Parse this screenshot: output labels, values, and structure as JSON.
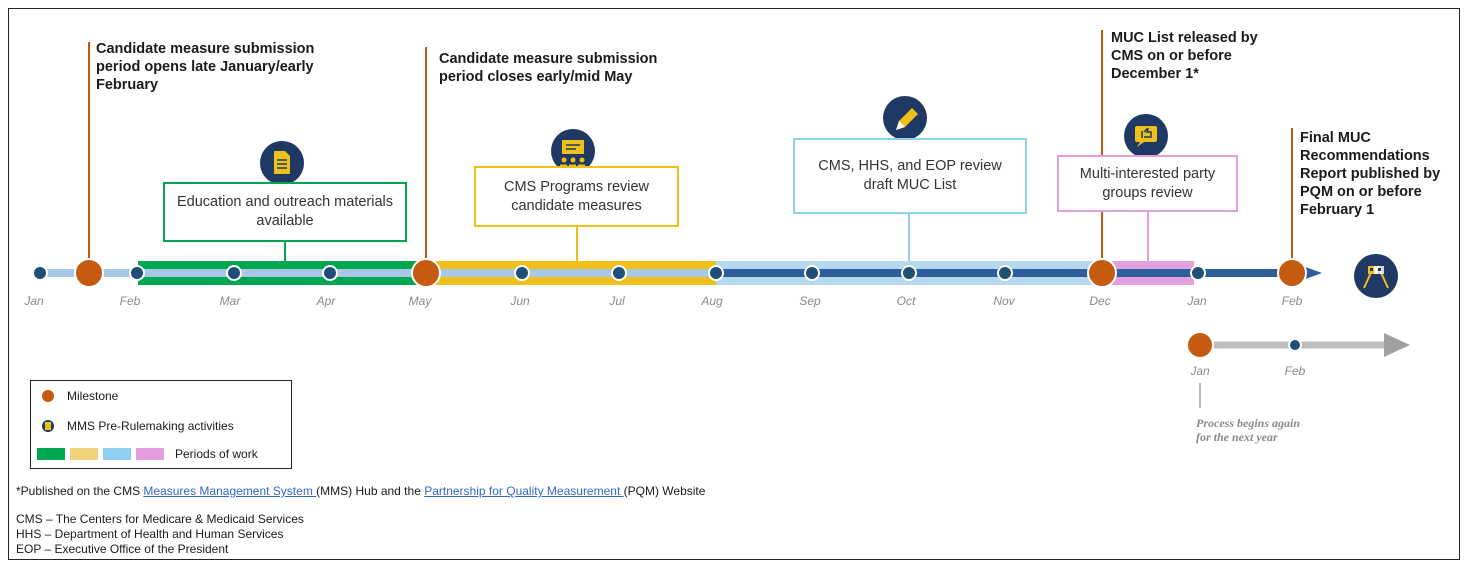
{
  "milestones": {
    "submission_opens": "Candidate measure submission period opens late January/early February",
    "submission_closes": "Candidate measure submission period closes early/mid May",
    "muc_released": "MUC List released by CMS on or before December 1*",
    "final_report": "Final MUC Recommendations Report published by PQM on or before February 1"
  },
  "activities": {
    "education": "Education and outreach materials available",
    "programs_review": "CMS Programs review candidate measures",
    "hhs_review": "CMS, HHS, and EOP review draft MUC List",
    "party_review": "Multi-interested party groups review"
  },
  "months": [
    "Jan",
    "Feb",
    "Mar",
    "Apr",
    "May",
    "Jun",
    "Jul",
    "Aug",
    "Sep",
    "Oct",
    "Nov",
    "Dec",
    "Jan",
    "Feb"
  ],
  "next_year": {
    "months": [
      "Jan",
      "Feb"
    ],
    "note": "Process begins again for the next year"
  },
  "legend": {
    "milestone": "Milestone",
    "activities": "MMS Pre-Rulemaking activities",
    "periods": "Periods of work"
  },
  "footnote": {
    "prefix": "*Published on the CMS ",
    "link1": "Measures Management System ",
    "middle": "(MMS) Hub and the ",
    "link2": "Partnership for Quality Measurement ",
    "suffix": "(PQM) Website"
  },
  "abbreviations": [
    "CMS – The Centers for Medicare & Medicaid Services",
    "HHS – Department of Health and Human Services",
    "EOP – Executive Office of the President"
  ],
  "colors": {
    "milestone": "#c55a11",
    "activity": "#1f3864",
    "green": "#00a650",
    "yellow": "#f0c01a",
    "light_blue": "#8dcff0",
    "pink": "#e39ee0",
    "axis_light": "#a8c8e8",
    "axis_dark": "#2e5f9a",
    "grey": "#aaaaaa"
  },
  "icons": [
    "document-icon",
    "presentation-icon",
    "pencil-icon",
    "thumbs-up-icon",
    "checkered-flags-icon"
  ]
}
